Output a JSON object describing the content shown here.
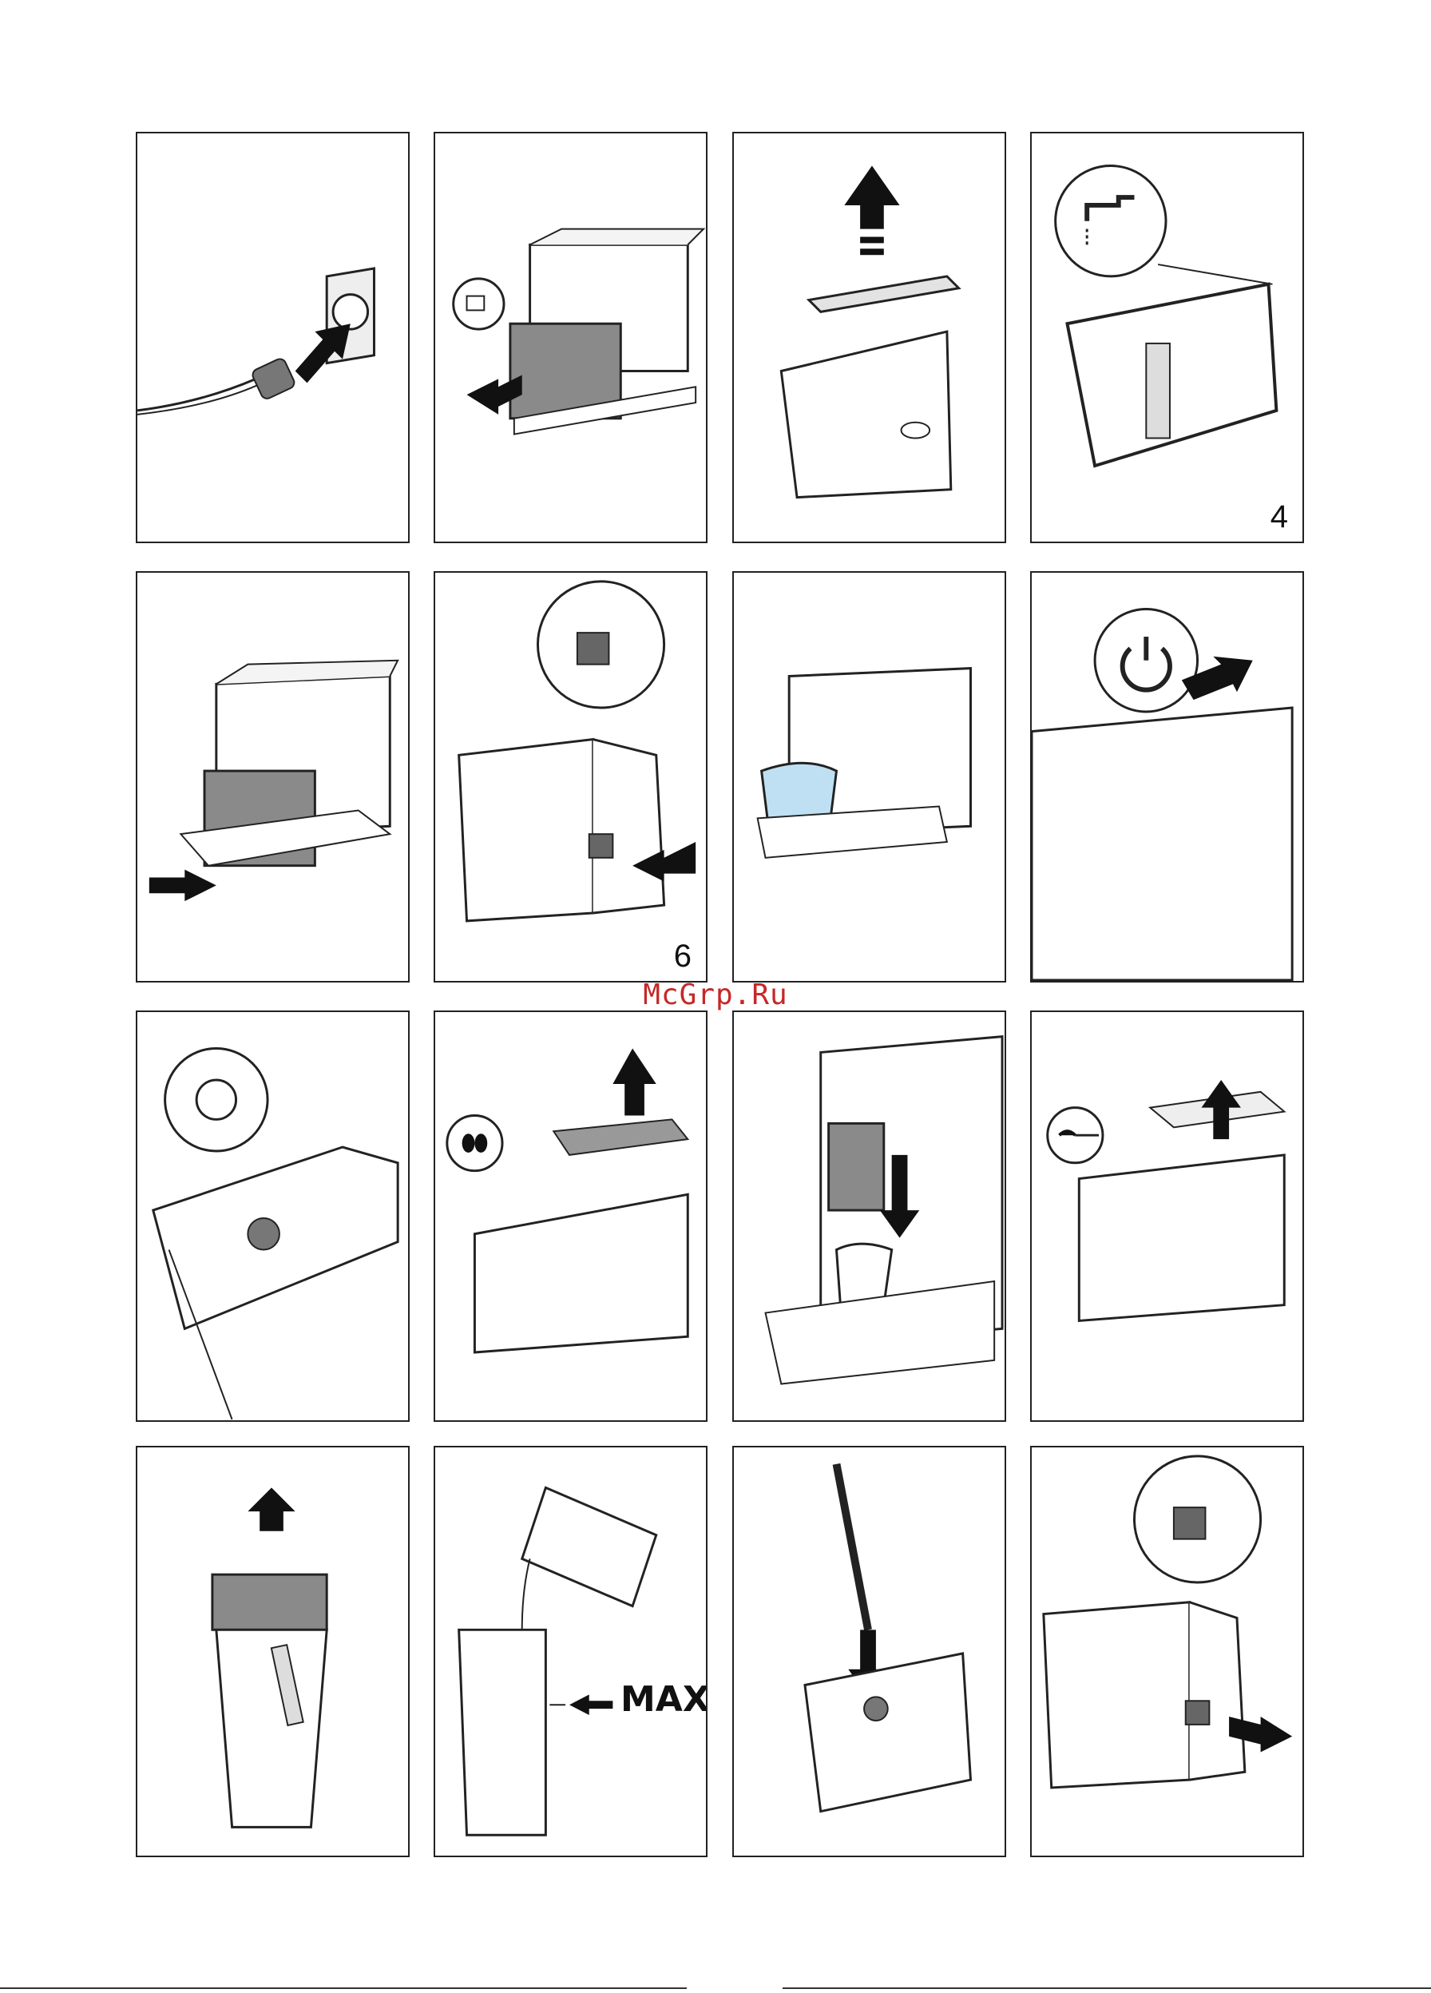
{
  "watermark": "McGrp.Ru",
  "step_labels": {
    "p4": "4",
    "p6": "6"
  },
  "max_label": "MAX",
  "colors": {
    "stroke": "#222222",
    "fill_gray": "#8a8a8a",
    "fill_light": "#d9d9d9",
    "watermark": "#c62828",
    "water": "#bfe0f2"
  },
  "icons": {
    "p2": "water-tank-icon",
    "p4": "tap-water-icon",
    "p8": "power-icon",
    "p9": "grinder-adjustment-dial",
    "p10": "coffee-beans-icon",
    "p12": "measuring-scoop-icon"
  }
}
